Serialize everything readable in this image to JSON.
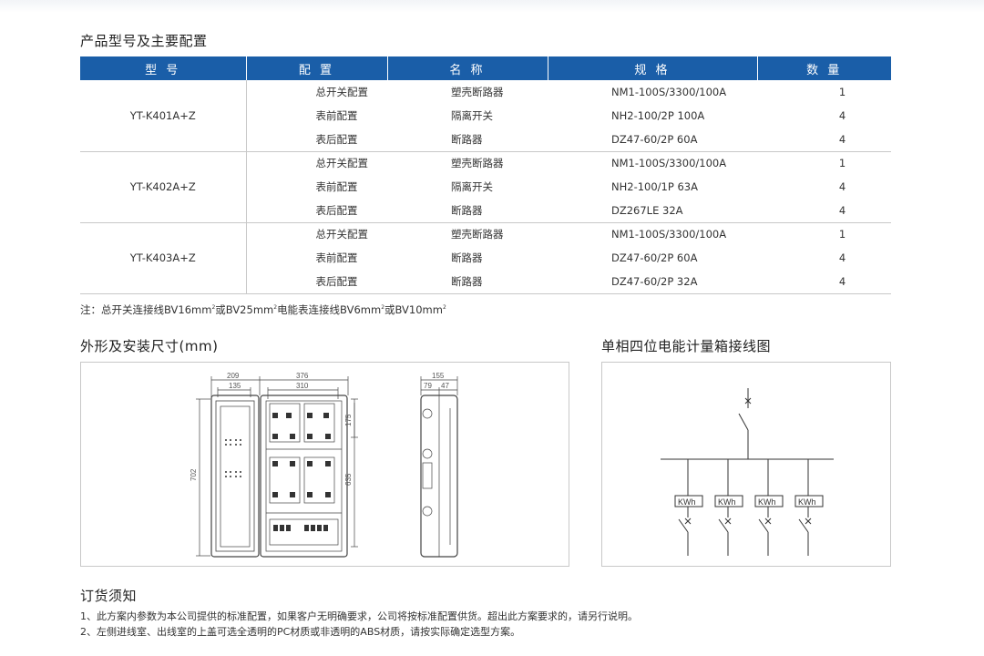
{
  "section1_title": "产品型号及主要配置",
  "table": {
    "headers": [
      "型 号",
      "配 置",
      "名 称",
      "规 格",
      "数 量"
    ],
    "groups": [
      {
        "model": "YT-K401A+Z",
        "rows": [
          {
            "config": "总开关配置",
            "name": "塑壳断路器",
            "spec": "NM1-100S/3300/100A",
            "qty": "1"
          },
          {
            "config": "表前配置",
            "name": "隔离开关",
            "spec": "NH2-100/2P 100A",
            "qty": "4"
          },
          {
            "config": "表后配置",
            "name": "断路器",
            "spec": "DZ47-60/2P 60A",
            "qty": "4"
          }
        ]
      },
      {
        "model": "YT-K402A+Z",
        "rows": [
          {
            "config": "总开关配置",
            "name": "塑壳断路器",
            "spec": "NM1-100S/3300/100A",
            "qty": "1"
          },
          {
            "config": "表前配置",
            "name": "隔离开关",
            "spec": "NH2-100/1P 63A",
            "qty": "4"
          },
          {
            "config": "表后配置",
            "name": "断路器",
            "spec": "DZ267LE 32A",
            "qty": "4"
          }
        ]
      },
      {
        "model": "YT-K403A+Z",
        "rows": [
          {
            "config": "总开关配置",
            "name": "塑壳断路器",
            "spec": "NM1-100S/3300/100A",
            "qty": "1"
          },
          {
            "config": "表前配置",
            "name": "断路器",
            "spec": "DZ47-60/2P 60A",
            "qty": "4"
          },
          {
            "config": "表后配置",
            "name": "断路器",
            "spec": "DZ47-60/2P 32A",
            "qty": "4"
          }
        ]
      }
    ]
  },
  "note": {
    "p1": "注：总开关连接线BV16mm",
    "p2": "或BV25mm",
    "p3": "电能表连接线BV6mm",
    "p4": "或BV10mm",
    "sup": "2"
  },
  "section2_title": "外形及安装尺寸(mm)",
  "section3_title": "单相四位电能计量箱接线图",
  "dimensions": {
    "w1": "209",
    "w2": "135",
    "w3": "376",
    "w4": "310",
    "h1": "702",
    "h2": "175",
    "h3": "635",
    "s1": "155",
    "s2": "79",
    "s3": "47"
  },
  "wiring": {
    "meter_label": "KWh"
  },
  "section4_title": "订货须知",
  "order_notes": [
    "1、此方案内参数为本公司提供的标准配置，如果客户无明确要求，公司将按标准配置供货。超出此方案要求的，请另行说明。",
    "2、左侧进线室、出线室的上盖可选全透明的PC材质或非透明的ABS材质，请按实际确定选型方案。"
  ]
}
